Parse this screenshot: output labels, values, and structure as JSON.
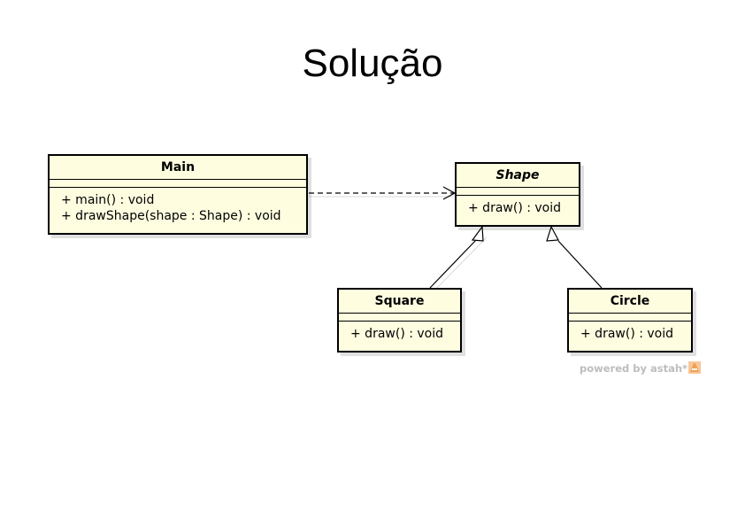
{
  "page": {
    "title": "Solução"
  },
  "classes": {
    "main": {
      "name": "Main",
      "operations": [
        "+ main() : void",
        "+ drawShape(shape : Shape) : void"
      ]
    },
    "shape": {
      "name": "Shape",
      "operations": [
        "+ draw() : void"
      ]
    },
    "square": {
      "name": "Square",
      "operations": [
        "+ draw() : void"
      ]
    },
    "circle": {
      "name": "Circle",
      "operations": [
        "+ draw() : void"
      ]
    }
  },
  "relationships": [
    {
      "type": "dependency",
      "from": "Main",
      "to": "Shape"
    },
    {
      "type": "generalization",
      "from": "Square",
      "to": "Shape"
    },
    {
      "type": "generalization",
      "from": "Circle",
      "to": "Shape"
    }
  ],
  "watermark": {
    "text": "powered by astah*"
  },
  "colors": {
    "class_fill": "#fffde0",
    "watermark": "#bdbdbd",
    "logo_accent": "#f0a050"
  }
}
